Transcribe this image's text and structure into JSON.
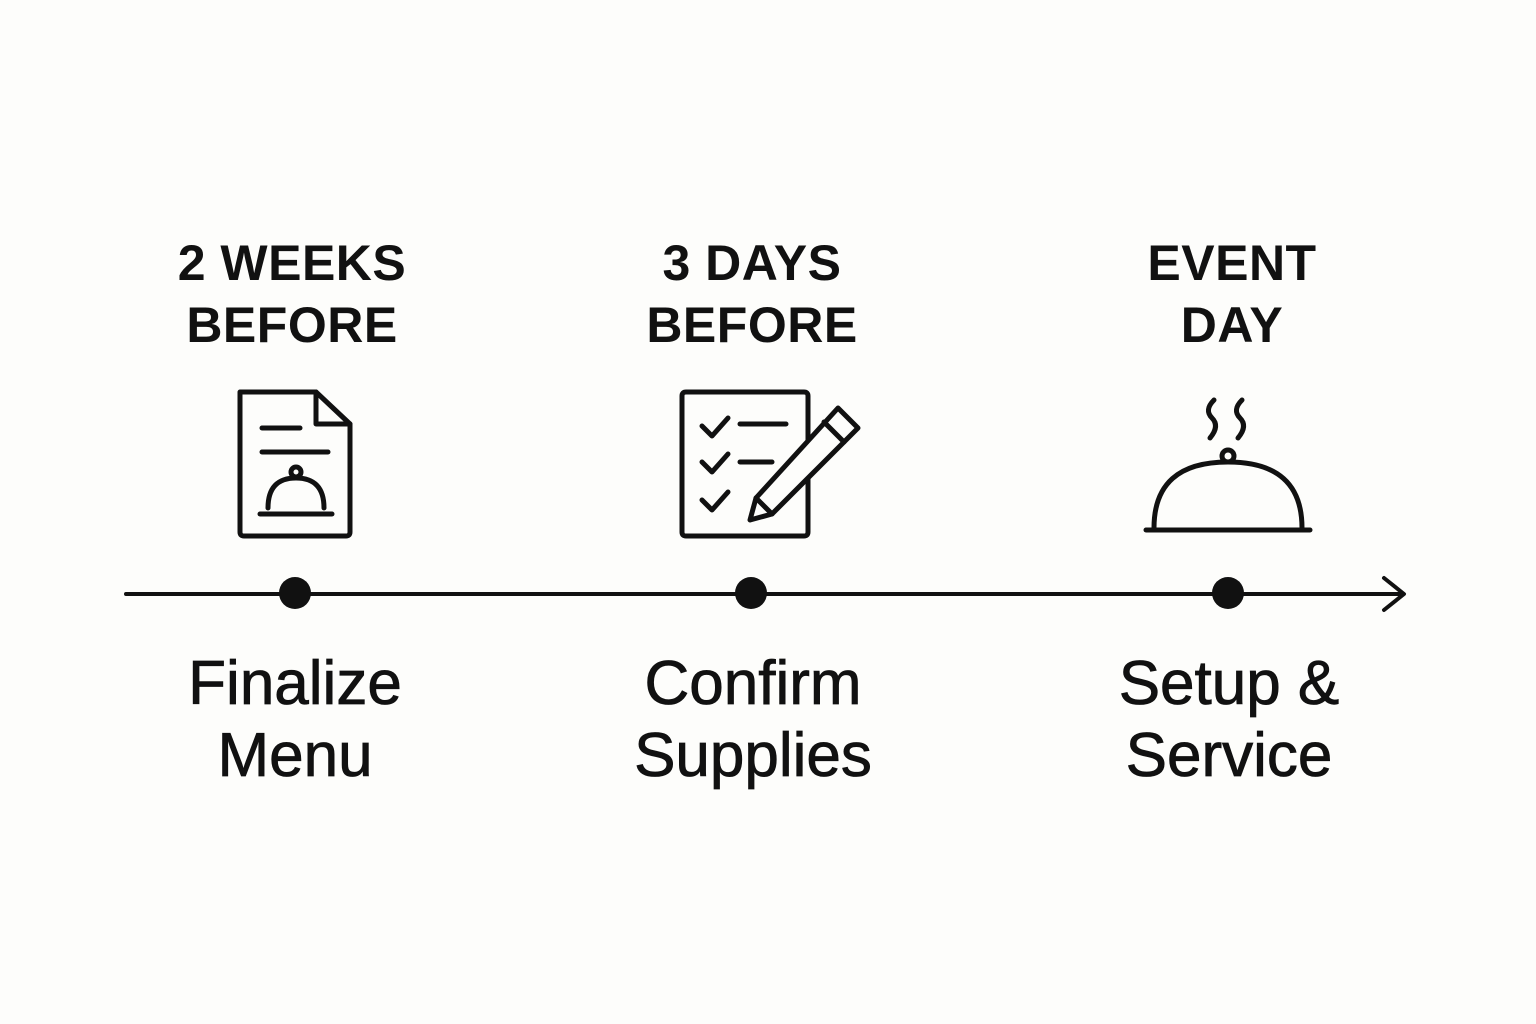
{
  "colors": {
    "background": "#fdfdfb",
    "ink": "#111111"
  },
  "milestones": [
    {
      "when": "2 WEEKS\nBEFORE",
      "task": "Finalize\nMenu",
      "icon": "menu-document-icon"
    },
    {
      "when": "3 DAYS\nBEFORE",
      "task": "Confirm\nSupplies",
      "icon": "checklist-pencil-icon"
    },
    {
      "when": "EVENT\nDAY",
      "task": "Setup &\nService",
      "icon": "serving-cloche-icon"
    }
  ]
}
